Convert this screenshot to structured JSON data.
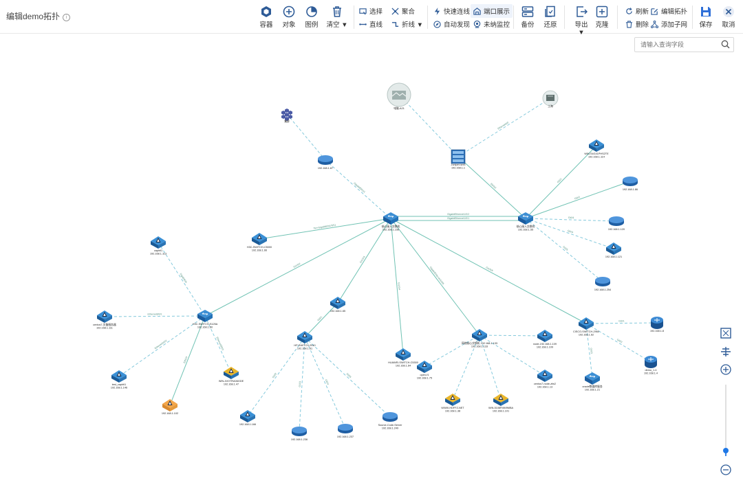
{
  "header": {
    "title": "编辑demo拓扑",
    "info_icon": "info-icon"
  },
  "toolbar": {
    "container": "容器",
    "object": "对象",
    "legend": "图例",
    "clear": "清空 ▼",
    "select": "选择",
    "aggregate": "聚合",
    "straight_line": "直线",
    "polyline": "折线 ▼",
    "quick_connect": "快速连线",
    "port_display": "端口展示",
    "auto_discover": "自动发现",
    "unmanaged_monitor": "未纳监控",
    "backup": "备份",
    "restore": "还原",
    "export": "导出 ▼",
    "clone": "克隆",
    "refresh": "刷新",
    "edit_topology": "编辑拓扑",
    "delete": "删除",
    "add_subnet": "添加子网",
    "save": "保存",
    "cancel": "取消"
  },
  "search": {
    "placeholder": "请输入查询字段"
  },
  "zoom": {
    "level": 0.08
  },
  "topology": {
    "nodes": [
      {
        "id": "n1",
        "type": "cluster",
        "label": "集群",
        "ip": ""
      },
      {
        "id": "n2",
        "type": "photo",
        "label": "电脑-A21",
        "ip": ""
      },
      {
        "id": "n3",
        "type": "cloud",
        "label": "上海",
        "ip": ""
      },
      {
        "id": "n4",
        "type": "server",
        "label": "Juniper-srx5",
        "ip": "192.168.1.1"
      },
      {
        "id": "n5",
        "type": "router",
        "label": "192.168.1.87",
        "ip": "192.168.1.87"
      },
      {
        "id": "n6",
        "type": "switch",
        "label": "核心接入交换机",
        "ip": "192.168.1.156"
      },
      {
        "id": "n7",
        "type": "switch",
        "label": "核心接入交换机",
        "ip": "192.168.1.55"
      },
      {
        "id": "n8",
        "type": "triangle",
        "label": "WIN-S4G41PHS2TE",
        "ip": "192.168.1.114"
      },
      {
        "id": "n9",
        "type": "router",
        "label": "192.168.1.86",
        "ip": "192.168.1.86"
      },
      {
        "id": "n10",
        "type": "router",
        "label": "192.168.1.120",
        "ip": "192.168.1.120"
      },
      {
        "id": "n11",
        "type": "triangle",
        "label": "192.168.1.121",
        "ip": "192.168.1.121"
      },
      {
        "id": "n12",
        "type": "router",
        "label": "192.168.1.254",
        "ip": "192.168.1.254"
      },
      {
        "id": "n13",
        "type": "triangle",
        "label": "H3C-SWITCH-C5000",
        "ip": "192.168.1.66"
      },
      {
        "id": "n14",
        "type": "triangle",
        "label": "caphtl1",
        "ip": "192.168.1.113"
      },
      {
        "id": "n15",
        "type": "triangle",
        "label": "centos7-灾备服务器",
        "ip": "192.168.1.111"
      },
      {
        "id": "n16",
        "type": "switch",
        "label": "H3C-SWITCH-S125A",
        "ip": "192.168.1.60"
      },
      {
        "id": "n17",
        "type": "triangle",
        "label": "test_caphtl1",
        "ip": "192.168.1.146"
      },
      {
        "id": "n18",
        "type": "triangle-gold",
        "label": "WIN-4VOTRA06GDE",
        "ip": "192.168.1.47"
      },
      {
        "id": "n19",
        "type": "triangle-orange",
        "label": "192.168.1.102",
        "ip": "192.168.1.102"
      },
      {
        "id": "n20",
        "type": "triangle",
        "label": "192.168.1.65",
        "ip": "192.168.1.65"
      },
      {
        "id": "n21",
        "type": "triangle",
        "label": "HP-SWITCH-2910",
        "ip": "192.168.1.61"
      },
      {
        "id": "n22",
        "type": "triangle",
        "label": "HUAWEI-SWITCH-C5300",
        "ip": "192.168.1.64"
      },
      {
        "id": "n23",
        "type": "triangle",
        "label": "open-f1",
        "ip": "192.168.1.75"
      },
      {
        "id": "n24",
        "type": "triangle",
        "label": "网络核心交换机 192.168.1.133",
        "ip": "192.168.1.133"
      },
      {
        "id": "n25",
        "type": "triangle",
        "label": "node-192.168.1.109",
        "ip": "192.168.1.109"
      },
      {
        "id": "n26",
        "type": "triangle",
        "label": "centos7-node-zfw2",
        "ip": "192.168.1.13"
      },
      {
        "id": "n27",
        "type": "triangle-gold",
        "label": "WWW-HDFFZ-NET",
        "ip": "192.168.1.38"
      },
      {
        "id": "n28",
        "type": "triangle-gold",
        "label": "WIN-5108FMM9MBA",
        "ip": "192.168.1.101"
      },
      {
        "id": "n29",
        "type": "triangle",
        "label": "CISCO-SWITCH-2960",
        "ip": "192.168.1.62"
      },
      {
        "id": "n30",
        "type": "round-router",
        "label": "192.168.1.8",
        "ip": "192.168.1.8"
      },
      {
        "id": "n31",
        "type": "round-router",
        "label": "demo_1.4",
        "ip": "192.168.1.4"
      },
      {
        "id": "n32",
        "type": "switch",
        "label": "oracle数据库服务",
        "ip": "192.168.1.21"
      },
      {
        "id": "n33",
        "type": "triangle",
        "label": "192.168.1.166",
        "ip": "192.168.1.166"
      },
      {
        "id": "n34",
        "type": "router",
        "label": "192.168.1.236",
        "ip": "192.168.1.236"
      },
      {
        "id": "n35",
        "type": "router",
        "label": "192.168.1.237",
        "ip": "192.168.1.237"
      },
      {
        "id": "n36",
        "type": "router",
        "label": "Source-Code-Server",
        "ip": "192.168.1.249"
      }
    ],
    "links": [
      {
        "from": "n1",
        "to": "n5",
        "style": "dashed",
        "label": ""
      },
      {
        "from": "n5",
        "to": "n6",
        "style": "dashed",
        "label": "GigabitEth0/1"
      },
      {
        "from": "n2",
        "to": "n4",
        "style": "dashed",
        "label": ""
      },
      {
        "from": "n3",
        "to": "n4",
        "style": "dashed",
        "label": "Ethernet0/0"
      },
      {
        "from": "n4",
        "to": "n7",
        "style": "solid",
        "label": "Eth0/2"
      },
      {
        "from": "n6",
        "to": "n7",
        "style": "solid",
        "label": "GigabitEthernet1/0/1"
      },
      {
        "from": "n6",
        "to": "n7",
        "style": "solid",
        "label": "GigabitEthernet1/0/2"
      },
      {
        "from": "n7",
        "to": "n8",
        "style": "solid",
        "label": "Gi0/1"
      },
      {
        "from": "n7",
        "to": "n9",
        "style": "solid",
        "label": "Gi0/2"
      },
      {
        "from": "n7",
        "to": "n10",
        "style": "dashed",
        "label": "Gi0/3"
      },
      {
        "from": "n7",
        "to": "n11",
        "style": "dashed",
        "label": "Gi0/4"
      },
      {
        "from": "n7",
        "to": "n12",
        "style": "dashed",
        "label": "Gi0/5"
      },
      {
        "from": "n6",
        "to": "n13",
        "style": "solid",
        "label": "Ten-GigabitEth1/0/51"
      },
      {
        "from": "n6",
        "to": "n16",
        "style": "solid",
        "label": "Gi1/0/2"
      },
      {
        "from": "n6",
        "to": "n20",
        "style": "solid",
        "label": "Gi1/0/3"
      },
      {
        "from": "n6",
        "to": "n22",
        "style": "solid",
        "label": "Gi1/0/4"
      },
      {
        "from": "n6",
        "to": "n24",
        "style": "solid",
        "label": "GigabitEthernet1/0/5"
      },
      {
        "from": "n6",
        "to": "n29",
        "style": "solid",
        "label": "Gi1/0/6"
      },
      {
        "from": "n14",
        "to": "n16",
        "style": "dashed",
        "label": "GigabitEth"
      },
      {
        "from": "n15",
        "to": "n16",
        "style": "dashed",
        "label": "Ethernet0/0/1"
      },
      {
        "from": "n16",
        "to": "n17",
        "style": "dashed",
        "label": "Ethernet0/0/2"
      },
      {
        "from": "n16",
        "to": "n18",
        "style": "dashed",
        "label": "Ethernet0/0/3"
      },
      {
        "from": "n16",
        "to": "n19",
        "style": "solid",
        "label": "Eth0/4"
      },
      {
        "from": "n20",
        "to": "n21",
        "style": "solid",
        "label": "Gi0/1"
      },
      {
        "from": "n21",
        "to": "n33",
        "style": "dashed",
        "label": "Gi0/2"
      },
      {
        "from": "n21",
        "to": "n34",
        "style": "dashed",
        "label": "Gi0/3"
      },
      {
        "from": "n21",
        "to": "n35",
        "style": "dashed",
        "label": "Gi0/4"
      },
      {
        "from": "n21",
        "to": "n36",
        "style": "dashed",
        "label": "Gi0/5"
      },
      {
        "from": "n23",
        "to": "n24",
        "style": "dashed",
        "label": ""
      },
      {
        "from": "n24",
        "to": "n25",
        "style": "dashed",
        "label": ""
      },
      {
        "from": "n24",
        "to": "n26",
        "style": "dashed",
        "label": ""
      },
      {
        "from": "n24",
        "to": "n27",
        "style": "dashed",
        "label": ""
      },
      {
        "from": "n24",
        "to": "n28",
        "style": "dashed",
        "label": ""
      },
      {
        "from": "n29",
        "to": "n30",
        "style": "dashed",
        "label": "Gi0/1"
      },
      {
        "from": "n29",
        "to": "n31",
        "style": "dashed",
        "label": "Gi0/2"
      },
      {
        "from": "n29",
        "to": "n32",
        "style": "dashed",
        "label": "Gi0/3"
      }
    ]
  }
}
